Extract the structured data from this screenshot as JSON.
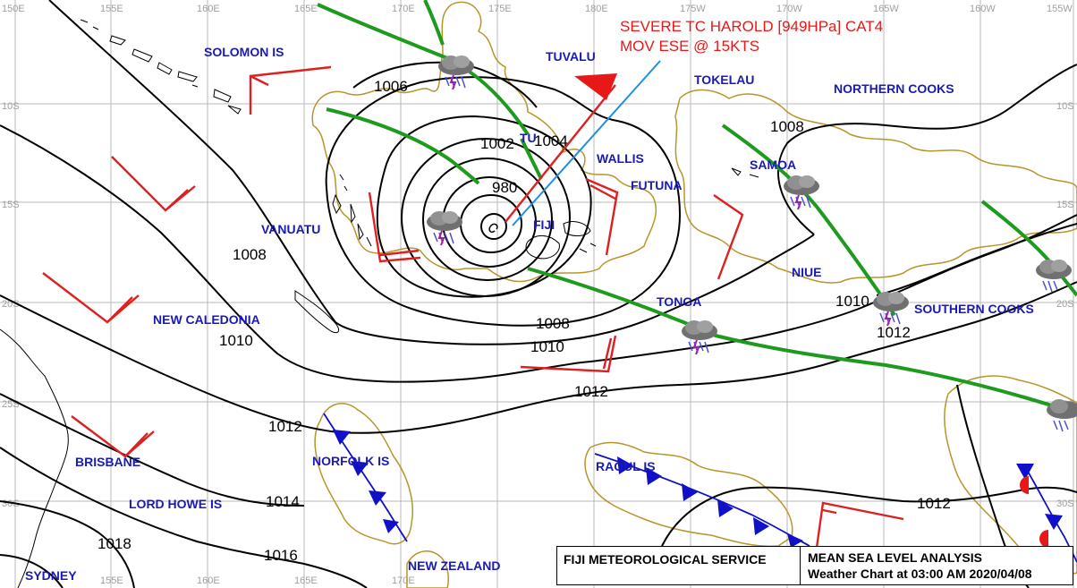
{
  "map": {
    "longitude_labels": [
      "150E",
      "155E",
      "160E",
      "165E",
      "170E",
      "175E",
      "180E",
      "175W",
      "170W",
      "165W",
      "160W",
      "155W"
    ],
    "latitude_labels": [
      "10S",
      "15S",
      "20S",
      "25S",
      "30S"
    ],
    "isobar_labels": [
      "1006",
      "1002",
      "1004",
      "980",
      "1008",
      "1010",
      "1008",
      "1010",
      "1012",
      "1012",
      "1014",
      "1016",
      "1018",
      "1008",
      "1010",
      "1012",
      "1012"
    ],
    "places": [
      "SOLOMON IS",
      "TUVALU",
      "TOKELAU",
      "NORTHERN COOKS",
      "WALLIS",
      "FUTUNA",
      "SAMOA",
      "VANUATU",
      "FIJI",
      "NIUE",
      "TONGA",
      "SOUTHERN COOKS",
      "NEW CALEDONIA",
      "BRISBANE",
      "NORFOLK IS",
      "RAOUL IS",
      "LORD HOWE IS",
      "NEW ZEALAND",
      "SYDNEY",
      "TU"
    ],
    "warning": {
      "line1": "SEVERE TC HAROLD [949HPa] CAT4",
      "line2": "MOV ESE @ 15KTS"
    },
    "colors": {
      "isobar": "#000000",
      "trough": "#1e9b1e",
      "wind_barb": "#dd2020",
      "cloud_outline": "#b8952a",
      "cold_front": "#1010c8",
      "warm_front": "#e81818",
      "place_label": "#1a1ab4",
      "warning_text": "#e81818",
      "track_line": "#1e90e0"
    },
    "icons": [
      "thunderstorm-icon",
      "wind-barb-icon",
      "cold-front-triangle-icon",
      "warm-front-semicircle-icon"
    ]
  },
  "footer": {
    "org": "FIJI METEOROLOGICAL SERVICE",
    "title": "MEAN SEA LEVEL ANALYSIS",
    "subtitle": "Weather Chart at 03:00  AM  2020/04/08"
  }
}
